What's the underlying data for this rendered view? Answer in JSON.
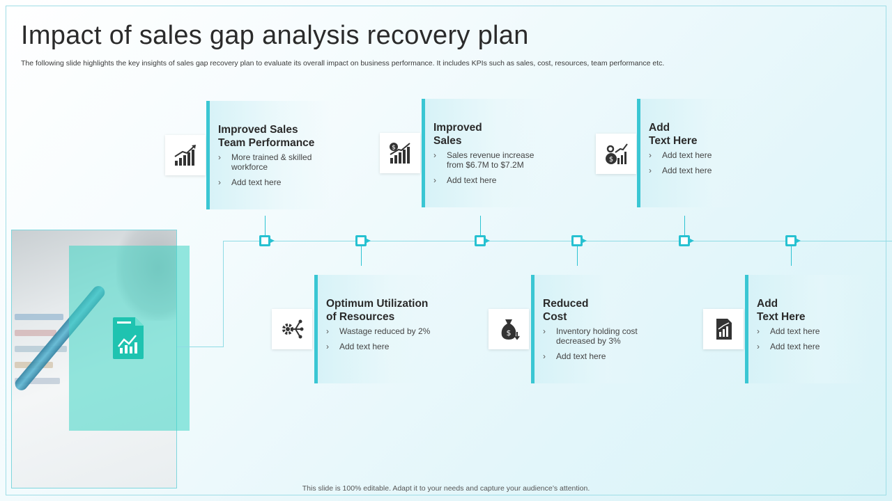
{
  "title": "Impact of sales gap analysis recovery plan",
  "subtitle": "The following slide highlights the key insights of sales gap recovery plan to evaluate its overall impact on business performance. It includes KPIs  such as sales, cost, resources, team performance etc.",
  "footer": "This slide is 100% editable. Adapt it to your needs and capture your audience’s attention.",
  "cards": [
    {
      "icon": "bar-chart-growth-icon",
      "title_lines": [
        "Improved Sales",
        "Team Performance"
      ],
      "bullets": [
        "More trained & skilled workforce",
        "Add text here"
      ]
    },
    {
      "icon": "dollar-growth-chart-icon",
      "title_lines": [
        "Improved",
        "Sales"
      ],
      "bullets": [
        "Sales revenue increase from $6.7M to $7.2M",
        "Add text here"
      ]
    },
    {
      "icon": "money-gear-growth-icon",
      "title_lines": [
        "Add",
        "Text Here"
      ],
      "bullets": [
        "Add text here",
        "Add text here"
      ]
    },
    {
      "icon": "gear-network-icon",
      "title_lines": [
        "Optimum Utilization",
        "of Resources"
      ],
      "bullets": [
        "Wastage reduced by 2%",
        "Add text here"
      ]
    },
    {
      "icon": "money-bag-down-icon",
      "title_lines": [
        "Reduced",
        "Cost"
      ],
      "bullets": [
        "Inventory  holding cost decreased by 3%",
        "Add  text here"
      ]
    },
    {
      "icon": "report-chart-icon",
      "title_lines": [
        "Add",
        "Text Here"
      ],
      "bullets": [
        "Add text here",
        "Add text here"
      ]
    }
  ],
  "colors": {
    "accent": "#3ac6d3",
    "node": "#27c1d1",
    "overlay": "#40d6c4"
  }
}
